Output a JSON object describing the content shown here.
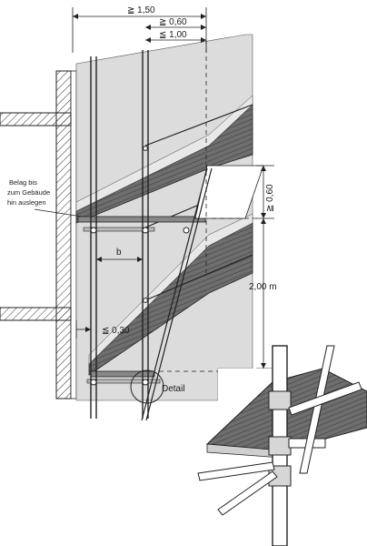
{
  "labels": {
    "dim_width_total": "≧ 1,50",
    "dim_min_gap": "≧ 0,60",
    "dim_max_gap": "≦ 1,00",
    "dim_guardrail": "≧ 0,60",
    "dim_level_height": "2,00 m",
    "dim_wall_gap": "≦ 0,30",
    "dim_b": "b",
    "note_line1": "Belag bis",
    "note_line2": "zum Gebäude",
    "note_line3": "hin auslegen",
    "detail": "Detail"
  }
}
